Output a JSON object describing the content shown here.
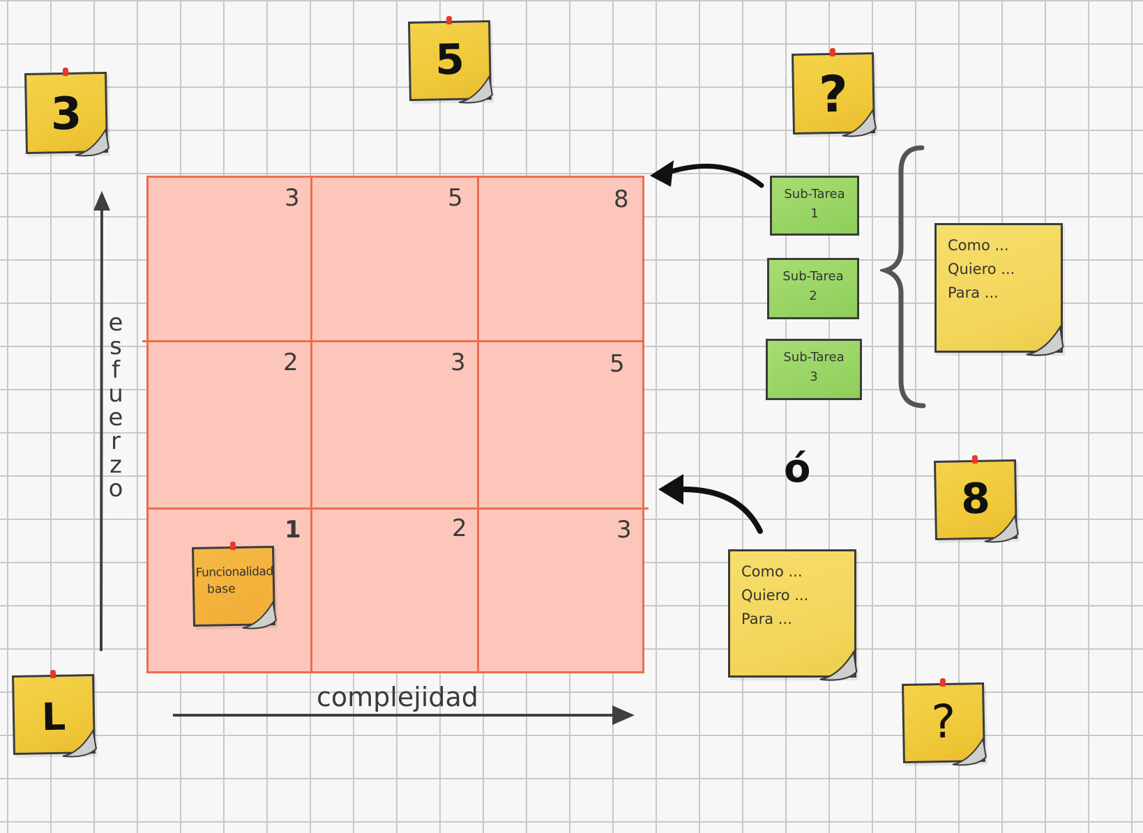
{
  "axes": {
    "y_label": [
      "e",
      "s",
      "f",
      "u",
      "e",
      "r",
      "z",
      "o"
    ],
    "x_label": "complejidad"
  },
  "matrix": {
    "rows": [
      [
        "3",
        "5",
        "8"
      ],
      [
        "2",
        "3",
        "5"
      ],
      [
        "1",
        "2",
        "3"
      ]
    ],
    "base_note": [
      "Funcionalidad",
      "base"
    ]
  },
  "sticky_numbers": {
    "top_left": "3",
    "top_center": "5",
    "top_right": "?",
    "bottom_left": "L",
    "right_mid": "8",
    "bottom_right": "?"
  },
  "subtasks": [
    {
      "line1": "Sub-Tarea",
      "line2": "1"
    },
    {
      "line1": "Sub-Tarea",
      "line2": "2"
    },
    {
      "line1": "Sub-Tarea",
      "line2": "3"
    }
  ],
  "story": {
    "lines": [
      "Como ...",
      "Quiero ...",
      "Para ..."
    ]
  },
  "connector": "ó",
  "colors": {
    "matrix_fill": "#fcc7ba",
    "matrix_lines": "#ee6b50",
    "sticky_yellow": "#f0c93a",
    "subtask_green": "#95d262"
  }
}
